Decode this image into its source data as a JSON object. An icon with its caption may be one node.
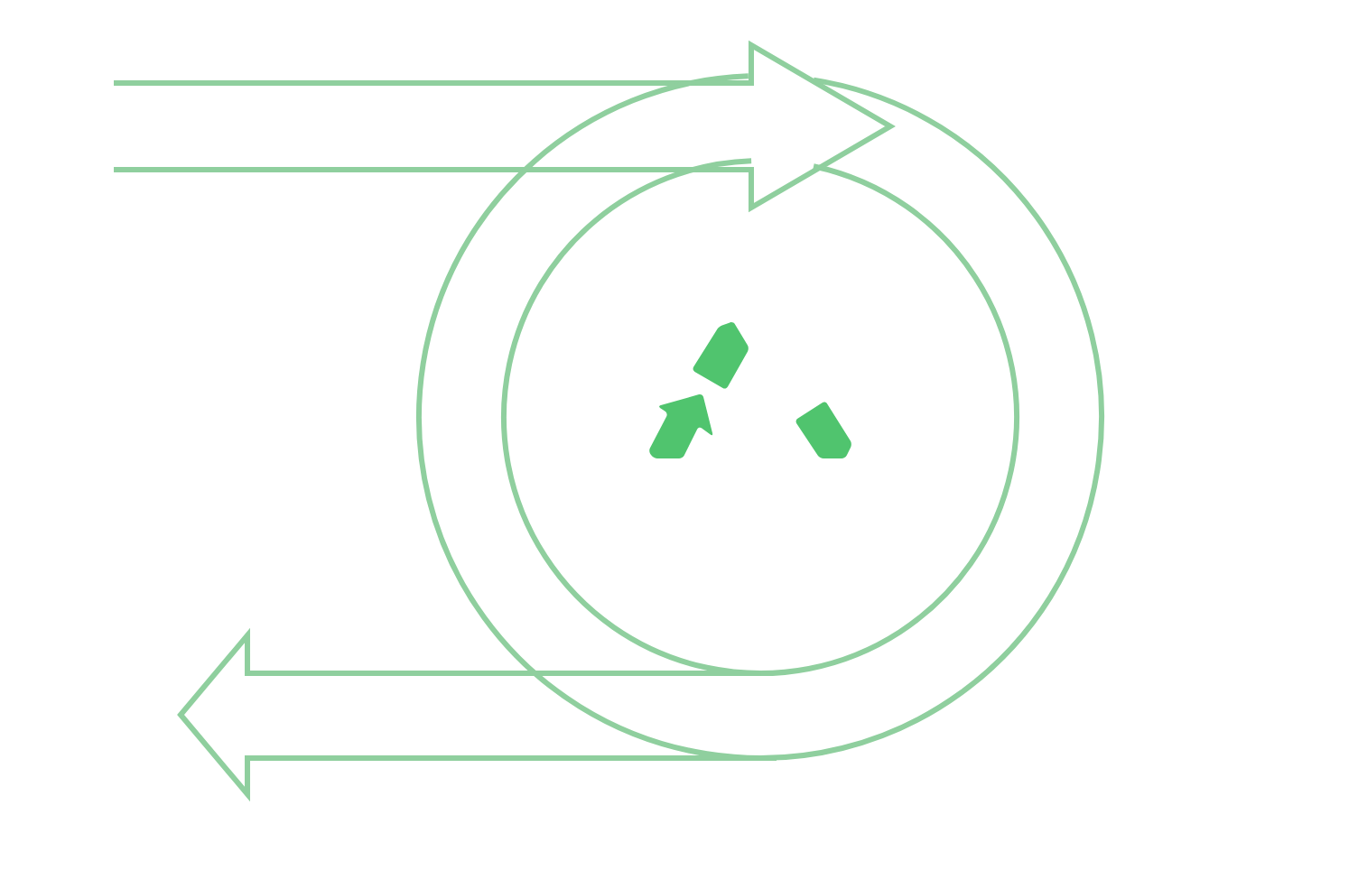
{
  "diagram": {
    "nodes": [
      {
        "text": [],
        "shape": "arrow"
      },
      {
        "text": [],
        "shape": "circle"
      },
      {
        "text": [],
        "shape": "arrow"
      }
    ]
  }
}
